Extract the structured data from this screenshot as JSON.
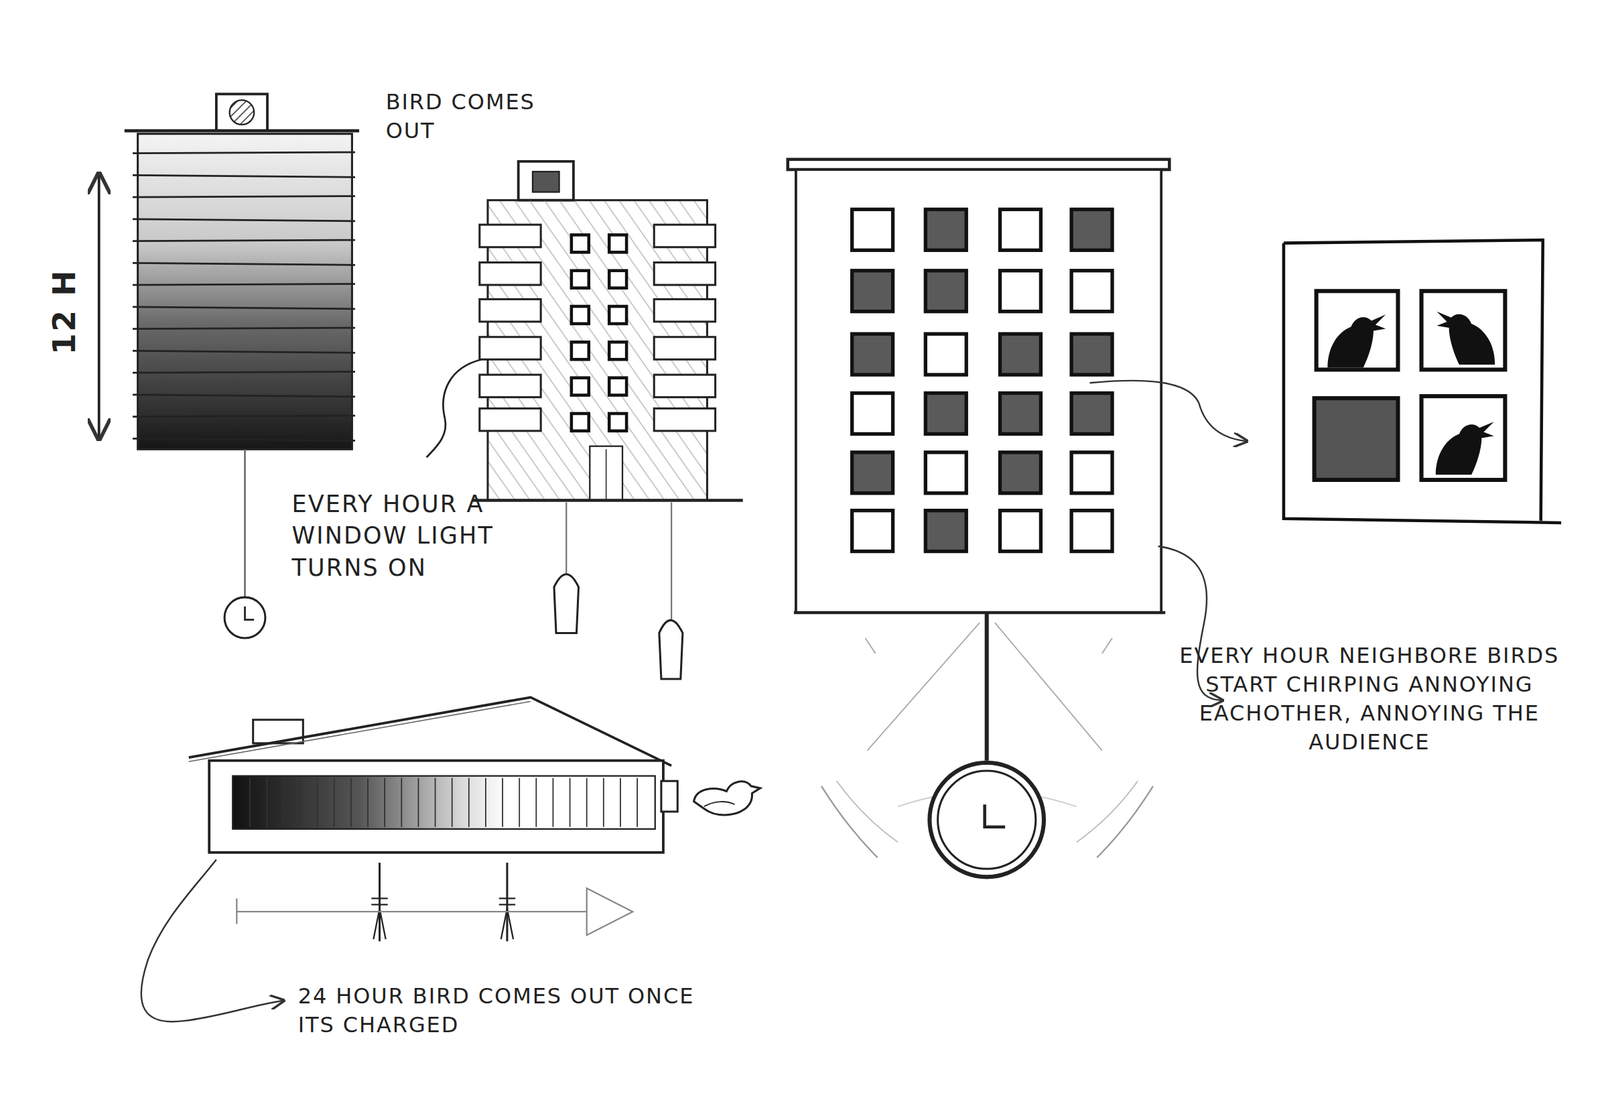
{
  "diagram": {
    "labels": [
      "BIRD COMES OUT",
      "12 H",
      "EVERY HOUR A WINDOW LIGHT TURNS ON",
      "EVERY HOUR NEIGHBORE BIRDS START CHIRPING ANNOYING EACHOTHER, ANNOYING THE AUDIENCE",
      "24 HOUR BIRD COMES OUT ONCE ITS CHARGED"
    ]
  }
}
